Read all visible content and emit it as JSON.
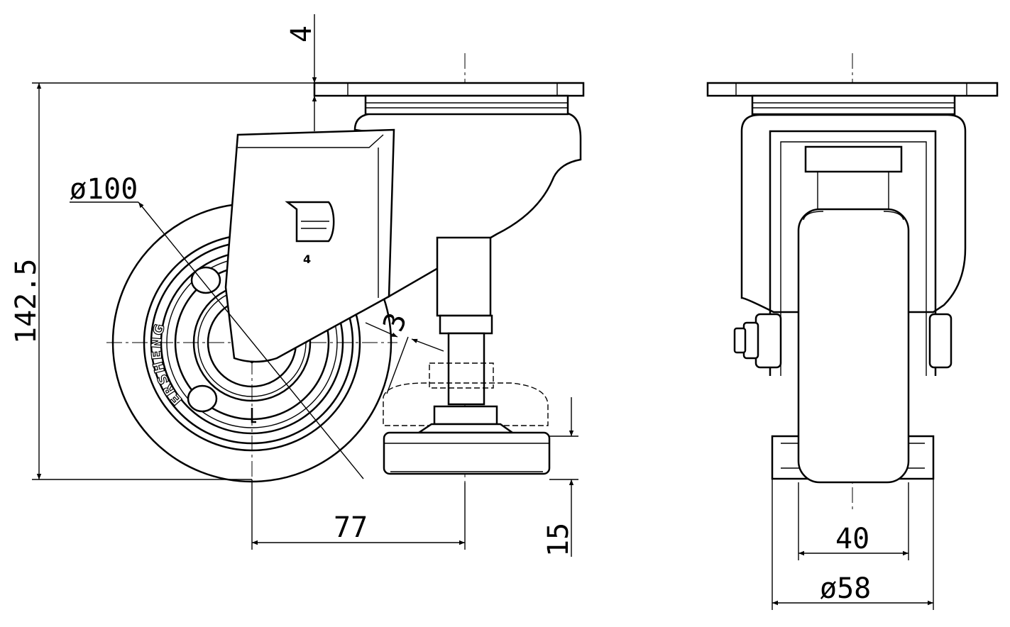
{
  "drawing": {
    "title": "Swivel caster with leveling foot",
    "dimensions": {
      "plate_offset": "4",
      "wheel_diameter": "ø100",
      "total_height": "142.5",
      "foot_travel": "3",
      "offset": "77",
      "foot_height": "15",
      "wheel_width": "40",
      "foot_diameter": "ø58"
    },
    "labels": {
      "bracket_number": "4",
      "wheel_brand": "ERSHENG"
    }
  }
}
